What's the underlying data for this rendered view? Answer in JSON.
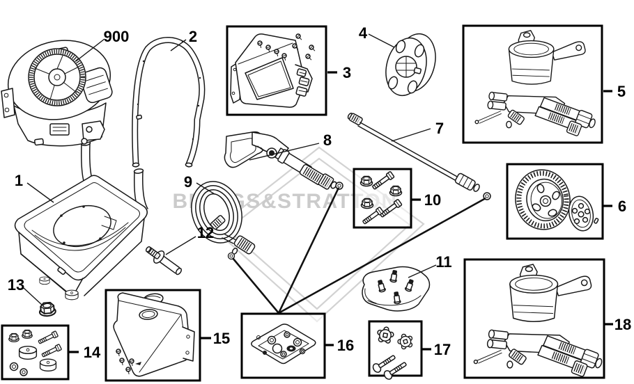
{
  "diagram": {
    "kind": "exploded-parts-diagram",
    "watermark": {
      "text": "BRIGGS&STRATTON",
      "color": "#cbcbcb"
    },
    "colors": {
      "line": "#161616",
      "label": "#000000",
      "box_border": "#000000",
      "background": "#ffffff"
    }
  },
  "parts": {
    "p900": {
      "label": "900"
    },
    "p1": {
      "label": "1"
    },
    "p2": {
      "label": "2"
    },
    "p3": {
      "label": "3"
    },
    "p4": {
      "label": "4"
    },
    "p5": {
      "label": "5"
    },
    "p6": {
      "label": "6"
    },
    "p7": {
      "label": "7"
    },
    "p8": {
      "label": "8"
    },
    "p9": {
      "label": "9"
    },
    "p10": {
      "label": "10"
    },
    "p11": {
      "label": "11"
    },
    "p12": {
      "label": "12"
    },
    "p13": {
      "label": "13"
    },
    "p14": {
      "label": "14"
    },
    "p15": {
      "label": "15"
    },
    "p16": {
      "label": "16"
    },
    "p17": {
      "label": "17"
    },
    "p18": {
      "label": "18"
    }
  }
}
